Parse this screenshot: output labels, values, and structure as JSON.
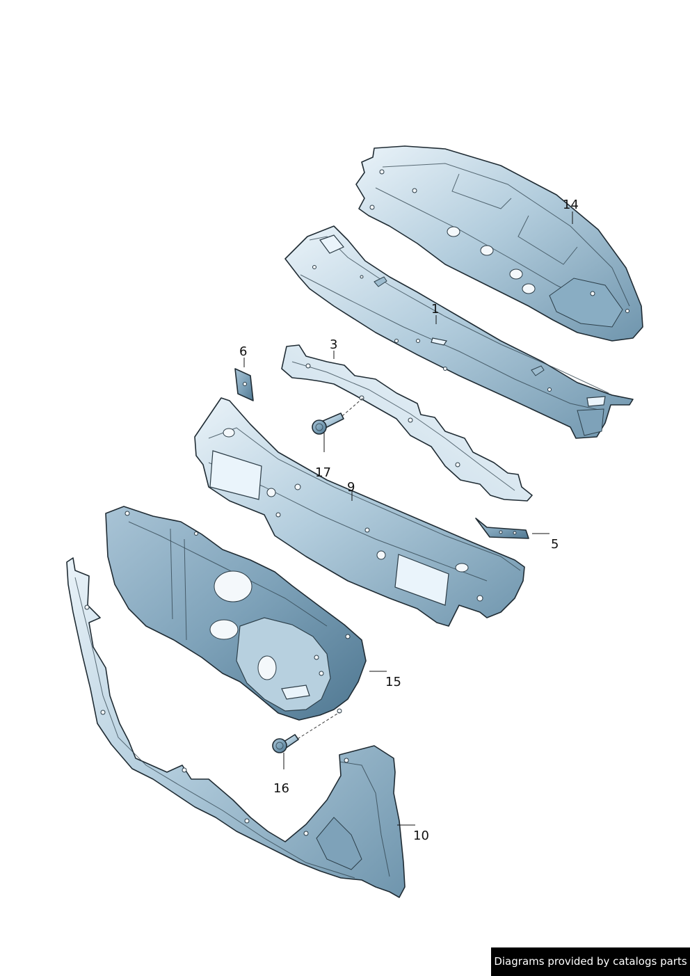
{
  "diagram": {
    "callouts": [
      {
        "id": "14",
        "text": "14"
      },
      {
        "id": "1",
        "text": "1"
      },
      {
        "id": "3",
        "text": "3"
      },
      {
        "id": "6",
        "text": "6"
      },
      {
        "id": "17",
        "text": "17"
      },
      {
        "id": "9",
        "text": "9"
      },
      {
        "id": "5",
        "text": "5"
      },
      {
        "id": "15",
        "text": "15"
      },
      {
        "id": "16",
        "text": "16"
      },
      {
        "id": "10",
        "text": "10"
      }
    ]
  },
  "footer": {
    "credit": "Diagrams provided by catalogs parts"
  }
}
